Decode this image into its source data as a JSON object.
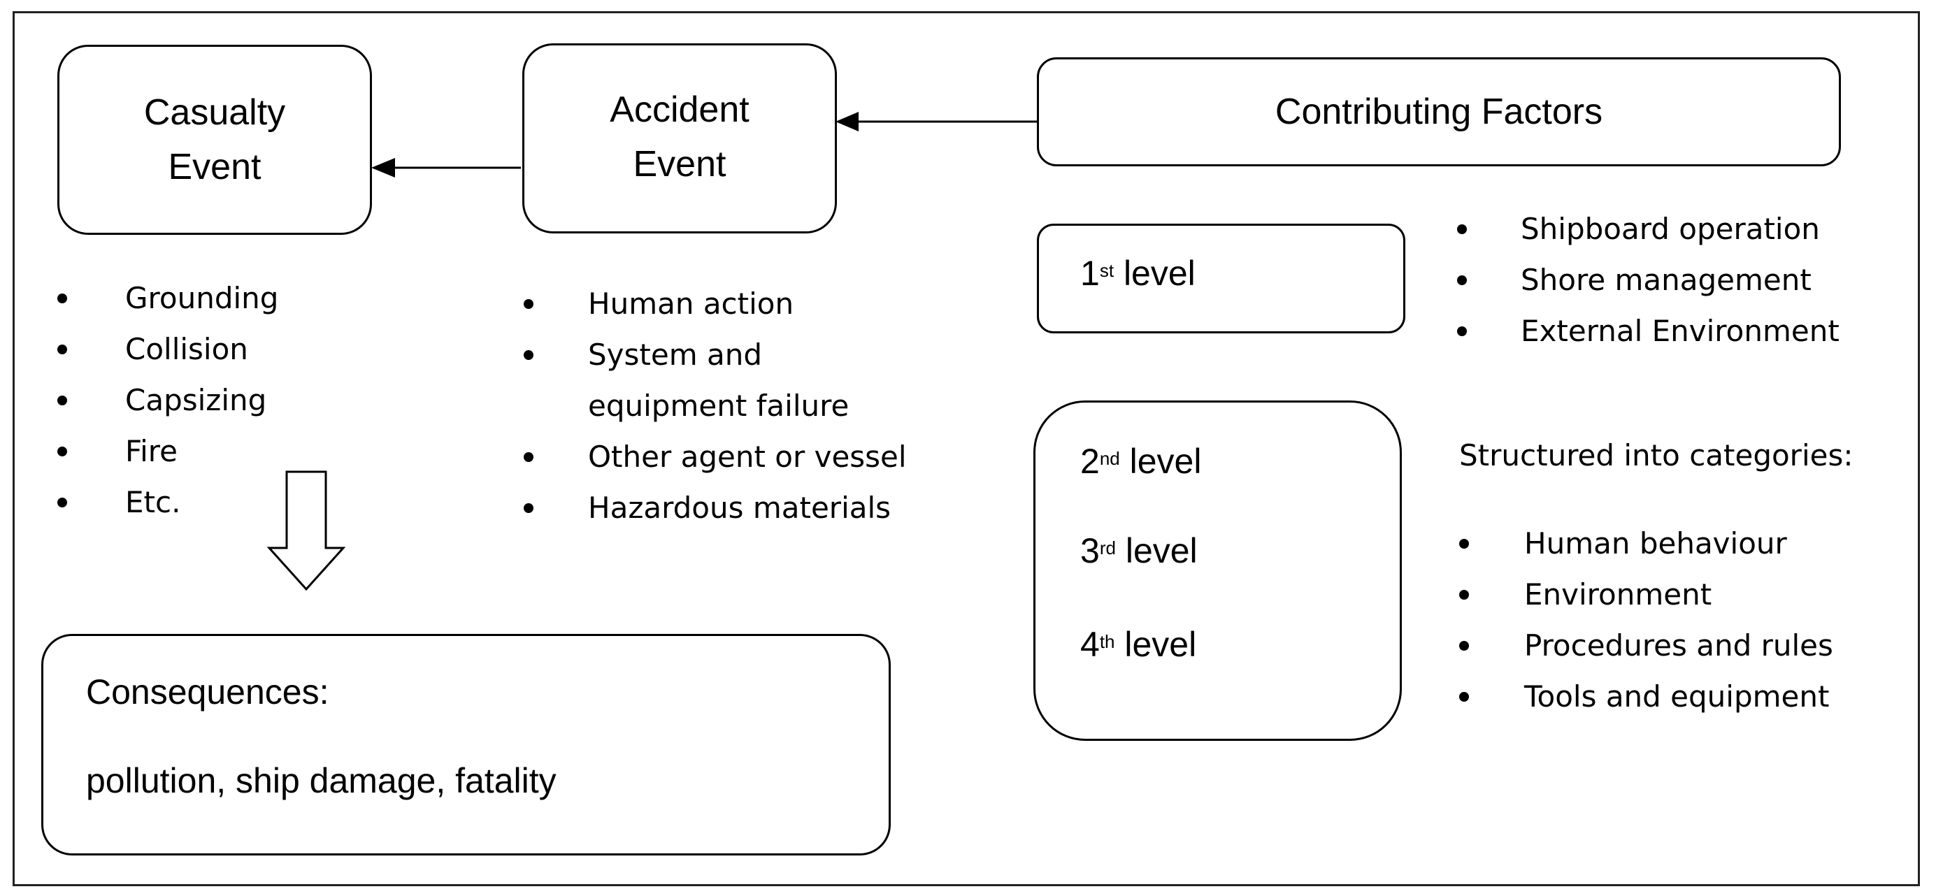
{
  "casualty": {
    "title_line1": "Casualty",
    "title_line2": "Event",
    "items": [
      "Grounding",
      "Collision",
      "Capsizing",
      "Fire",
      "Etc."
    ]
  },
  "accident": {
    "title_line1": "Accident",
    "title_line2": "Event",
    "items": [
      "Human action",
      "System and",
      "equipment failure",
      "Other agent or vessel",
      "Hazardous materials"
    ]
  },
  "contributing": {
    "title": "Contributing Factors",
    "level1": {
      "num": "1",
      "sup": "st",
      "word": " level"
    },
    "level1_items": [
      "Shipboard operation",
      "Shore management",
      "External Environment"
    ],
    "level2": {
      "num": "2",
      "sup": "nd",
      "word": " level"
    },
    "level3": {
      "num": "3",
      "sup": "rd",
      "word": " level"
    },
    "level4": {
      "num": "4",
      "sup": "th",
      "word": " level"
    },
    "categories_heading": "Structured into categories:",
    "categories": [
      "Human behaviour",
      "Environment",
      "Procedures and rules",
      "Tools and equipment"
    ]
  },
  "consequences": {
    "label": "Consequences:",
    "text": "pollution, ship damage, fatality"
  }
}
